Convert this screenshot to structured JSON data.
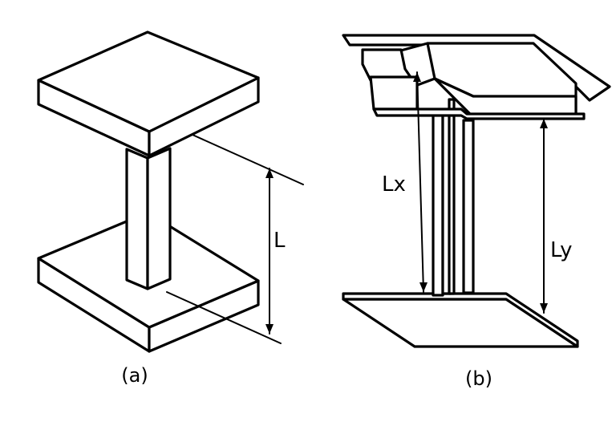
{
  "figures": {
    "a": {
      "caption": "(a)",
      "length_label": "L"
    },
    "b": {
      "caption": "(b)",
      "length_x_label": "Lx",
      "length_y_label": "Ly"
    }
  },
  "colors": {
    "stroke": "#000000",
    "background": "#ffffff"
  }
}
